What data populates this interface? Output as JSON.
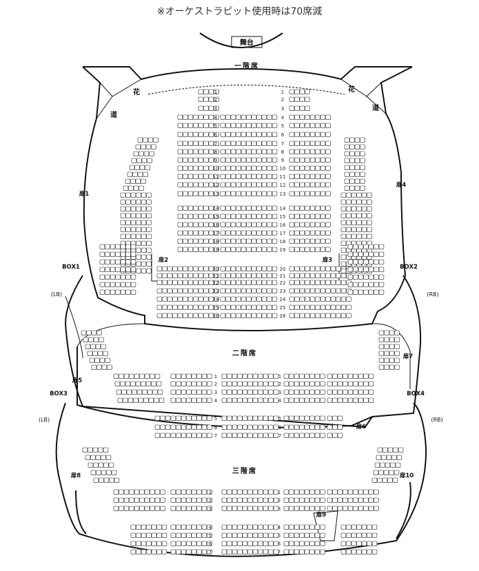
{
  "notice": "※オーケストラピット使用時は70席減",
  "stage": "舞台",
  "hanamichi": [
    "花",
    "道"
  ],
  "floors": {
    "floor1": {
      "title": "一階席",
      "rows": [
        "1",
        "2",
        "3",
        "4",
        "5",
        "6",
        "7",
        "8",
        "9",
        "10",
        "11",
        "12",
        "13",
        "14",
        "15",
        "16",
        "17",
        "18",
        "19",
        "20",
        "21",
        "22",
        "23",
        "24",
        "25",
        "26"
      ]
    },
    "floor2": {
      "title": "二階席",
      "rows": [
        "1",
        "2",
        "3",
        "4",
        "5",
        "6",
        "7"
      ]
    },
    "floor3": {
      "title": "三階席",
      "rows": [
        "1",
        "2",
        "3",
        "4",
        "5",
        "6",
        "7"
      ]
    }
  },
  "doors": {
    "d1": "扉1",
    "d2": "扉2",
    "d3": "扉3",
    "d4": "扉4",
    "d5": "扉5",
    "d6": "扉6",
    "d7": "扉7",
    "d8": "扉8",
    "d9": "扉9",
    "d10": "扉10"
  },
  "boxes": {
    "box1": "BOX1",
    "box2": "BOX2",
    "box3": "BOX3",
    "box4": "BOX4"
  },
  "sides": {
    "lb": "(LB)",
    "rb": "(RB)"
  }
}
